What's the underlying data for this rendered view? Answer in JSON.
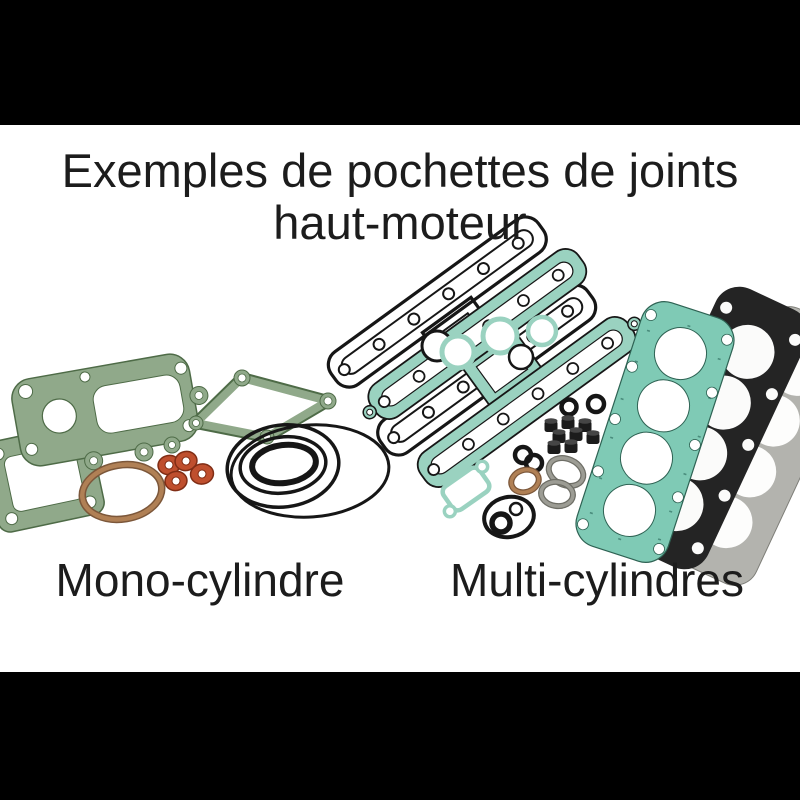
{
  "title": {
    "line1": "Exemples de pochettes de joints",
    "line2": "haut-moteur"
  },
  "captions": {
    "left": "Mono-cylindre",
    "right": "Multi-cylindres"
  },
  "palette": {
    "canvas": "#ffffff",
    "letterbox": "#000000",
    "text": "#1c1c1c",
    "gasket-green": "#90a98a",
    "gasket-green-dark": "#4e6b47",
    "gasket-teal": "#9ad2c0",
    "gasket-teal-deep": "#7fcab5",
    "gasket-teal-dark": "#2e6253",
    "copper": "#b08055",
    "copper-dark": "#7c573a",
    "orange-washer": "#bf4f2e",
    "orange-washer-dark": "#802d15",
    "rubber-black": "#161616",
    "steel": "#9c9c94",
    "steel-dark": "#6e6e66",
    "silver": "#b3b3ae"
  },
  "figure": {
    "description": "Examples of top-end gasket kits",
    "left_kit_parts": [
      "cylinder-head-gasket",
      "base-gasket",
      "side-gasket",
      "copper-sealing-ring",
      "copper-washers",
      "rubber-o-rings"
    ],
    "right_kit_parts": [
      "valve-cover-gaskets",
      "cam-circle-seals",
      "valve-stem-seals",
      "small-o-rings",
      "steel-rings",
      "copper-ring",
      "oil-seal-gasket",
      "small-port-gasket",
      "multi-cylinder-head-gaskets"
    ]
  }
}
